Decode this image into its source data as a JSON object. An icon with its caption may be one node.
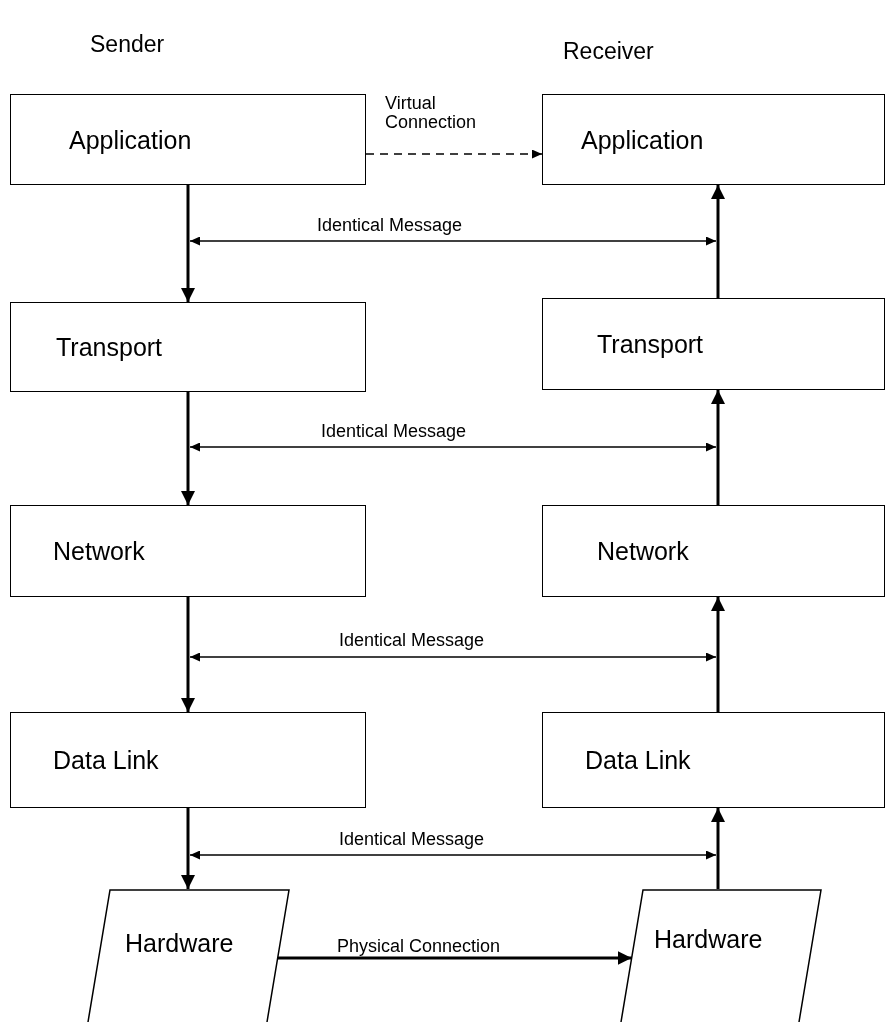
{
  "diagram": {
    "nodes": [
      {
        "text": [
          "Application"
        ]
      },
      {
        "text": [
          "Application"
        ]
      },
      {
        "text": [
          "Transport"
        ]
      },
      {
        "text": [
          "Transport"
        ]
      },
      {
        "text": [
          "Network"
        ]
      },
      {
        "text": [
          "Network"
        ]
      },
      {
        "text": [
          "Data Link"
        ]
      },
      {
        "text": [
          "Data Link"
        ]
      },
      {
        "text": [
          "Hardware"
        ]
      },
      {
        "text": [
          "Hardware"
        ]
      }
    ],
    "edges": [
      {
        "from": 0,
        "to": 1,
        "arrow": "to",
        "label": "Virtual Connection",
        "style": "dashed"
      },
      {
        "from": 0,
        "to": 2,
        "arrow": "to"
      },
      {
        "from": 3,
        "to": 1,
        "arrow": "to"
      },
      {
        "from": 2,
        "to": 4,
        "arrow": "to"
      },
      {
        "from": 5,
        "to": 3,
        "arrow": "to"
      },
      {
        "from": 4,
        "to": 6,
        "arrow": "to"
      },
      {
        "from": 7,
        "to": 5,
        "arrow": "to"
      },
      {
        "from": 6,
        "to": 8,
        "arrow": "to"
      },
      {
        "from": 9,
        "to": 7,
        "arrow": "to"
      },
      {
        "from": 8,
        "to": 9,
        "arrow": "to",
        "label": "Physical Connection"
      }
    ],
    "labels": [
      "Sender",
      "Receiver",
      "Identical Message",
      "Identical Message",
      "Identical Message",
      "Identical Message"
    ]
  }
}
